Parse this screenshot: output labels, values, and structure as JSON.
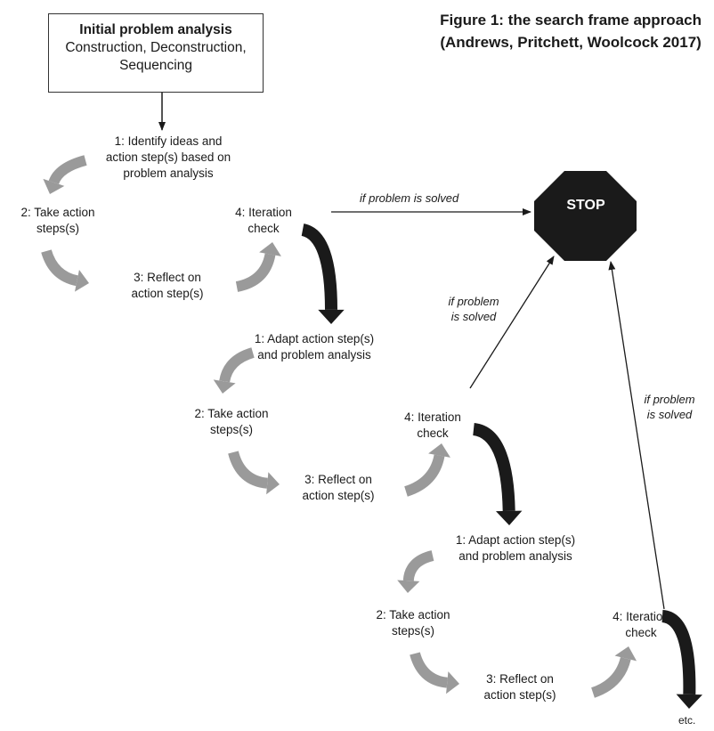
{
  "caption": {
    "line1": "Figure 1: the search frame approach",
    "line2": "(Andrews, Pritchett, Woolcock 2017)"
  },
  "initial_box": {
    "title": "Initial problem analysis",
    "line2": "Construction, Deconstruction,",
    "line3": "Sequencing"
  },
  "stop_label": "STOP",
  "cycle1": {
    "step1": [
      "1: Identify ideas and",
      "action step(s) based on",
      "problem analysis"
    ],
    "step2": [
      "2: Take action",
      "steps(s)"
    ],
    "step3": [
      "3: Reflect on",
      "action step(s)"
    ],
    "step4": [
      "4: Iteration",
      "check"
    ]
  },
  "cycle2": {
    "step1": [
      "1: Adapt action step(s)",
      "and problem analysis"
    ],
    "step2": [
      "2: Take action",
      "steps(s)"
    ],
    "step3": [
      "3: Reflect on",
      "action step(s)"
    ],
    "step4": [
      "4: Iteration",
      "check"
    ]
  },
  "cycle3": {
    "step1": [
      "1: Adapt action step(s)",
      "and problem analysis"
    ],
    "step2": [
      "2: Take action",
      "steps(s)"
    ],
    "step3": [
      "3: Reflect on",
      "action step(s)"
    ],
    "step4": [
      "4: Iteration",
      "check"
    ]
  },
  "solved_labels": {
    "first": "if problem is solved",
    "second": [
      "if problem",
      "is solved"
    ],
    "third": [
      "if problem",
      "is solved"
    ]
  },
  "end_label": "etc.",
  "colors": {
    "grey_arrow": "#9a9a9a",
    "black_arrow": "#1a1a1a",
    "stop_fill": "#1a1a1a"
  }
}
